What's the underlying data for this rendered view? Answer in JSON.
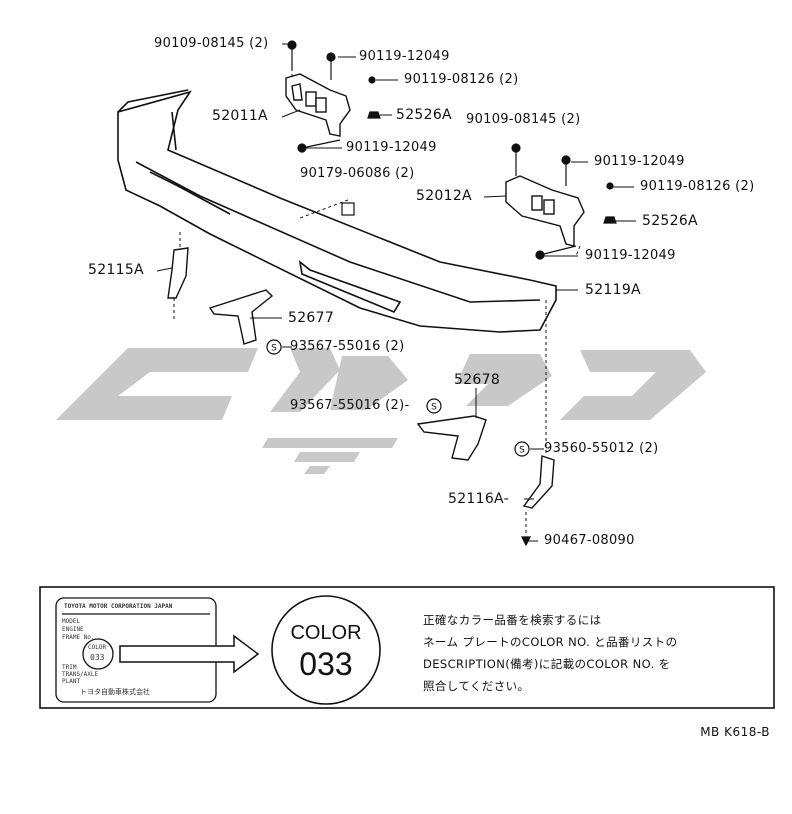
{
  "parts": {
    "bolt_top_left": "90109-08145 (2)",
    "bolt_a": "90119-12049",
    "bolt_b": "90119-08126 (2)",
    "bracket_left": "52011A",
    "nut_left": "52526A",
    "bolt_right_top": "90109-08145 (2)",
    "bolt_left_lower": "90119-12049",
    "bolt_right_a": "90119-12049",
    "clip": "90179-06086 (2)",
    "bolt_right_b": "90119-08126 (2)",
    "bracket_right": "52012A",
    "nut_right": "52526A",
    "bolt_right_lower": "90119-12049",
    "stay_left": "52115A",
    "bumper": "52119A",
    "support_left": "52677",
    "screw_left": "93567-55016 (2)",
    "support_right": "52678",
    "screw_right": "93567-55016 (2)-",
    "screw_stay": "93560-55012 (2)",
    "stay_right": "52116A-",
    "rivet": "90467-08090"
  },
  "notice": {
    "plate_company": "TOYOTA MOTOR CORPORATION JAPAN",
    "plate_field_model": "MODEL",
    "plate_field_engine": "ENGINE",
    "plate_field_frame": "FRAME No.",
    "plate_field_color": "COLOR",
    "plate_color_value": "033",
    "plate_field_trim": "TRIM",
    "plate_field_trans": "TRANS/AXLE",
    "plate_field_plant": "PLANT",
    "plate_maker": "トヨタ自動車株式会社",
    "color_word": "COLOR",
    "color_number": "033",
    "text_line1": "正確なカラー品番を検索するには",
    "text_line2": "ネーム プレートのCOLOR NO. と品番リストの",
    "text_line3": "DESCRIPTION(備考)に記載のCOLOR NO. を",
    "text_line4": "照合してください。"
  },
  "footer_code": "MB K618-B",
  "colors": {
    "ink": "#111111",
    "watermark": "#c8c8c8"
  }
}
